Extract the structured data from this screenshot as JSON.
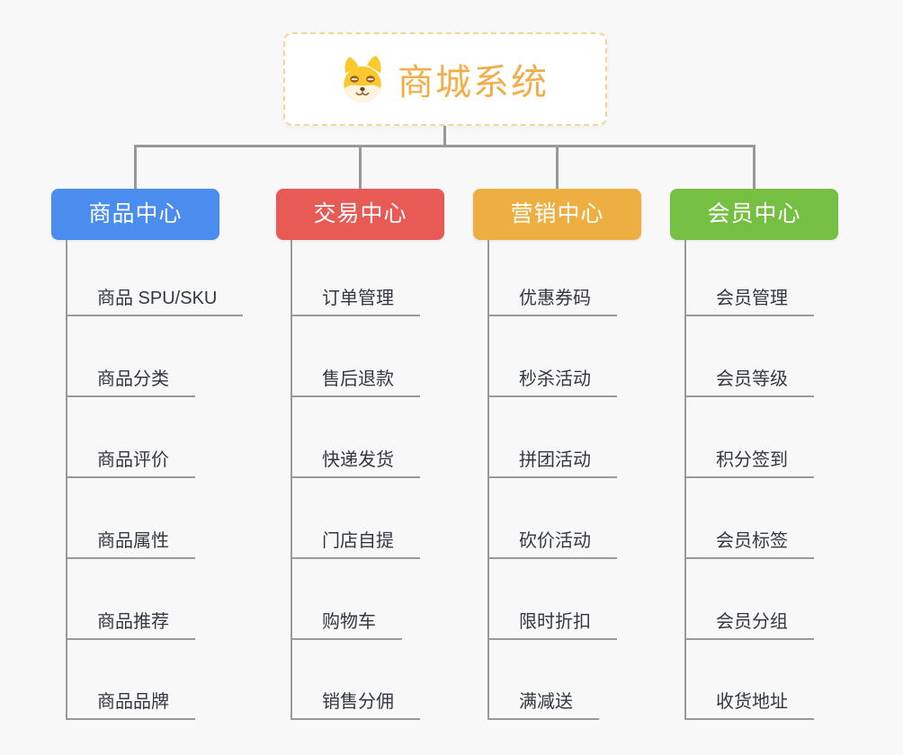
{
  "root": {
    "title": "商城系统",
    "icon": "shiba-dog-icon",
    "accent_color": "#F1AE4A",
    "border_color": "#F6D495"
  },
  "connector_color": "#999999",
  "leaf_text_color": "#333840",
  "background_color": "#F8F8F8",
  "branches": [
    {
      "label": "商品中心",
      "color": "#4A8DEF",
      "children": [
        "商品 SPU/SKU",
        "商品分类",
        "商品评价",
        "商品属性",
        "商品推荐",
        "商品品牌"
      ]
    },
    {
      "label": "交易中心",
      "color": "#E85B55",
      "children": [
        "订单管理",
        "售后退款",
        "快递发货",
        "门店自提",
        "购物车",
        "销售分佣"
      ]
    },
    {
      "label": "营销中心",
      "color": "#EDAF41",
      "children": [
        "优惠券码",
        "秒杀活动",
        "拼团活动",
        "砍价活动",
        "限时折扣",
        "满减送"
      ]
    },
    {
      "label": "会员中心",
      "color": "#75C043",
      "children": [
        "会员管理",
        "会员等级",
        "积分签到",
        "会员标签",
        "会员分组",
        "收货地址"
      ]
    }
  ]
}
